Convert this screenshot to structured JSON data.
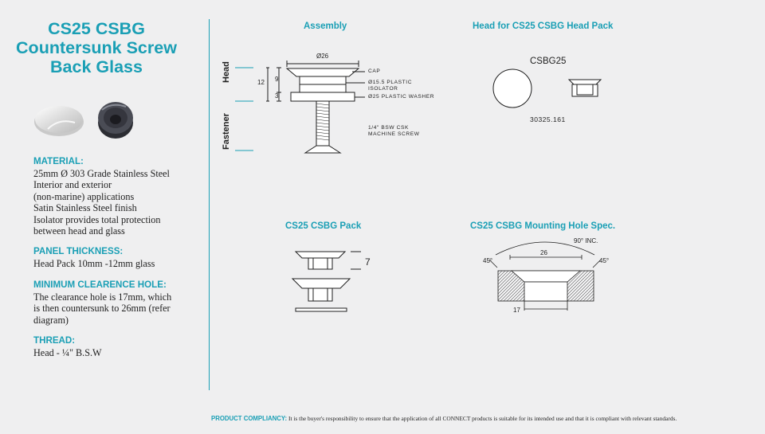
{
  "title": {
    "line1": "CS25 CSBG",
    "line2": "Countersunk Screw",
    "line3": "Back Glass"
  },
  "specs": [
    {
      "heading": "MATERIAL:",
      "lines": [
        "25mm Ø 303 Grade Stainless Steel",
        "Interior and exterior",
        "(non-marine) applications",
        "Satin Stainless Steel finish",
        "Isolator provides total protection",
        "between head and glass"
      ]
    },
    {
      "heading": "PANEL THICKNESS:",
      "lines": [
        "Head Pack 10mm -12mm glass"
      ]
    },
    {
      "heading": "MINIMUM CLEARENCE HOLE:",
      "lines": [
        "The clearance hole is 17mm, which",
        "is then countersunk to 26mm (refer",
        "diagram)"
      ]
    },
    {
      "heading": "THREAD:",
      "lines": [
        "Head - ¼\" B.S.W"
      ]
    }
  ],
  "assembly": {
    "title": "Assembly",
    "head_label": "Head",
    "fastener_label": "Fastener",
    "dia_label": "Ø26",
    "dim_12": "12",
    "dim_9": "9",
    "dim_3": "3",
    "cap_note": "CAP",
    "isolator_note_1": "Ø15.5 PLASTIC",
    "isolator_note_2": "ISOLATOR",
    "washer_note": "Ø25 PLASTIC WASHER",
    "screw_note_1": "1/4\" BSW CSK",
    "screw_note_2": "MACHINE SCREW"
  },
  "head_pack": {
    "title": "Head for CS25 CSBG Head Pack",
    "code": "CSBG25",
    "part_no": "30325.161"
  },
  "pack": {
    "title": "CS25 CSBG Pack",
    "dim": "7"
  },
  "mounting": {
    "title": "CS25 CSBG Mounting Hole Spec.",
    "angle_inc": "90° INC.",
    "dim_26": "26",
    "angle_left": "45°",
    "angle_right": "45°",
    "dim_17": "17"
  },
  "footer": {
    "heading": "PRODUCT COMPLIANCY:",
    "text": " It is the buyer's responsibility to ensure that the application of all CONNECT products is suitable for its intended use and that it is compliant with relevant standards."
  }
}
